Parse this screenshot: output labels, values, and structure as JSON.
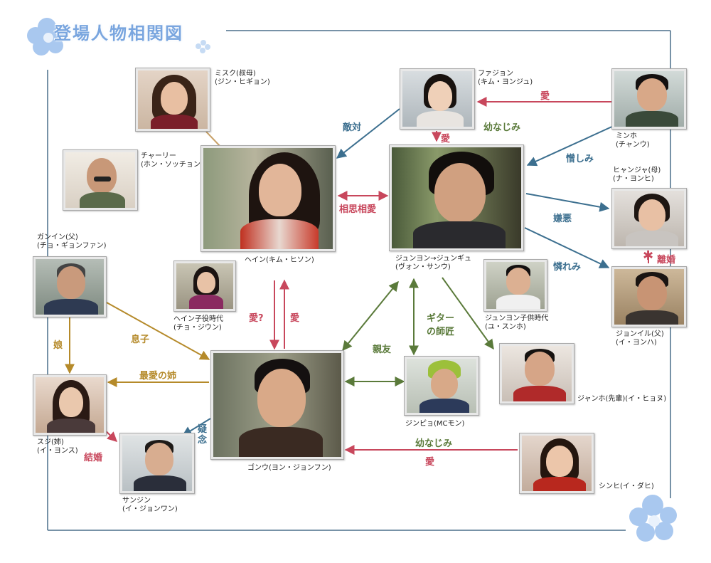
{
  "title": "登場人物相関図",
  "colors": {
    "blue": "#3c6f8f",
    "red": "#c8475c",
    "green": "#5a7a3a",
    "gold": "#b58a2a",
    "frame": "#4a6f8a",
    "title": "#7aa6df"
  },
  "icons": {
    "flower": "flower-icon",
    "star": "cross-mark-icon"
  },
  "characters": {
    "misuku": {
      "name": "ミスク(叔母)",
      "actor": "(ジン・ヒギョン)"
    },
    "charlie": {
      "name": "チャーリー",
      "actor": "(ホン・ソッチョン)"
    },
    "hein": {
      "name": "ヘイン(キム・ヒソン)"
    },
    "heinkid": {
      "name": "ヘイン子役時代",
      "actor": "(チョ・ジウン)"
    },
    "ganin": {
      "name": "ガンイン(父)",
      "actor": "(チョ・ギョンファン)"
    },
    "suji": {
      "name": "スジ(姉)",
      "actor": "(イ・ヨンス)"
    },
    "sanjin": {
      "name": "サンジン",
      "actor": "(イ・ジョンワン)"
    },
    "gonu": {
      "name": "ゴンウ(ヨン・ジョンフン)"
    },
    "hwajion": {
      "name": "ファジョン",
      "actor": "(キム・ヨンジュ)"
    },
    "junyon": {
      "name": "ジュンヨン→ジュンギュ",
      "actor": "(ヴォン・サンウ)"
    },
    "junyonkid": {
      "name": "ジュンヨン子供時代",
      "actor": "(ユ・スンホ)"
    },
    "jinpyo": {
      "name": "ジンピョ(MCモン)"
    },
    "janho": {
      "name": "ジャンホ(先輩)(イ・ヒョヌ)"
    },
    "minho": {
      "name": "ミンホ",
      "actor": "(チャンウ)"
    },
    "hyanja": {
      "name": "ヒャンジャ(母)",
      "actor": "(ナ・ヨンヒ)"
    },
    "jonil": {
      "name": "ジョンイル(父)",
      "actor": "(イ・ヨンハ)"
    },
    "shinhi": {
      "name": "シンヒ(イ・ダヒ)"
    }
  },
  "relations": {
    "tekitai": "敵対",
    "ai_minho_hwajion": "愛",
    "osananajimi_1": "幼なじみ",
    "ai_hwajion": "愛",
    "nikushimi": "憎しみ",
    "soushisouai": "相思相愛",
    "keno": "嫌悪",
    "awaremi": "憐れみ",
    "rikon": "離婚",
    "ai_q": "愛?",
    "ai_hein": "愛",
    "guitar_1": "ギター",
    "guitar_2": "の師匠",
    "shinyu": "親友",
    "musuko": "息子",
    "musume": "娘",
    "saiai": "最愛の姉",
    "kenen": "疑念",
    "kekkon": "結婚",
    "osananajimi_2": "幼なじみ",
    "ai_shinhi": "愛"
  }
}
